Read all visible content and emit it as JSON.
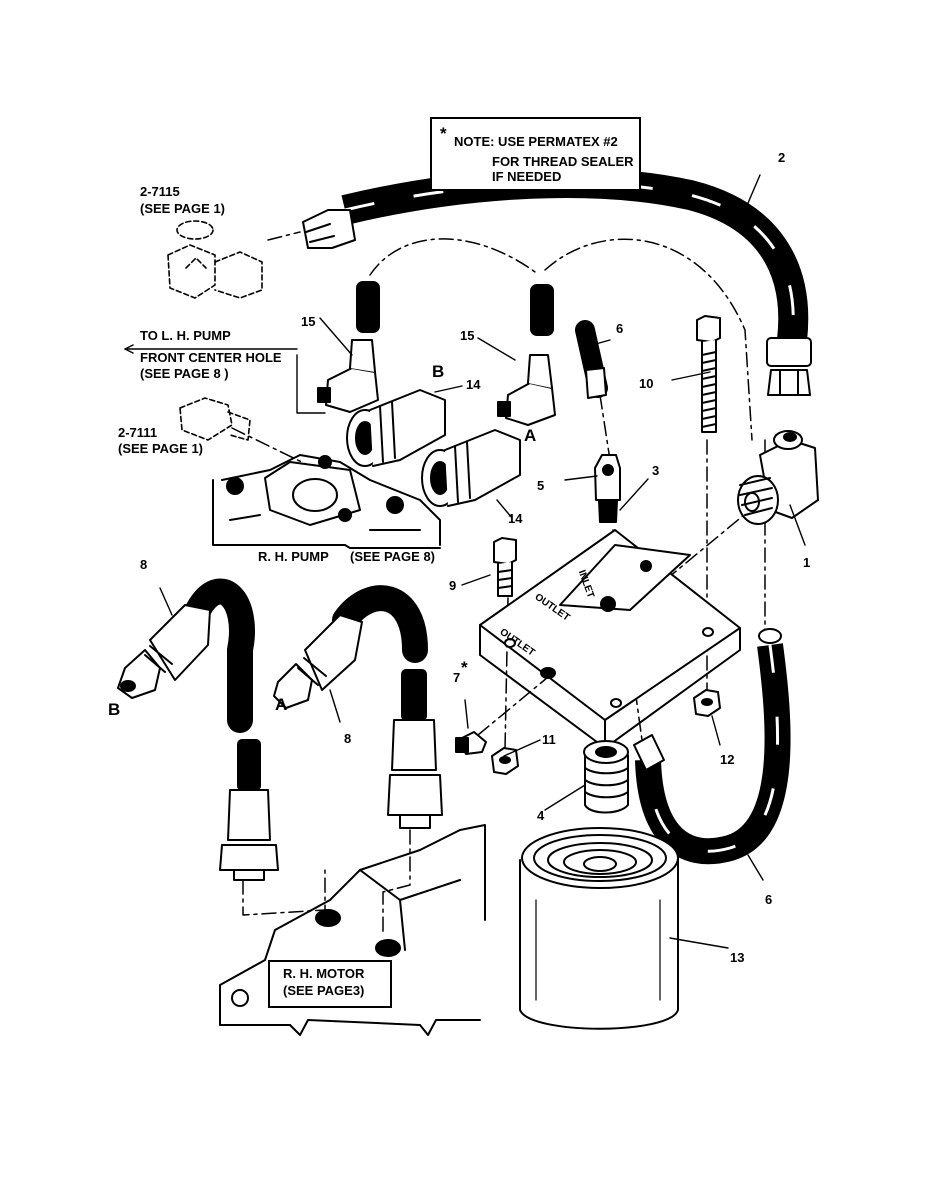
{
  "note": {
    "star": "*",
    "line1": "NOTE: USE PERMATEX #2",
    "line2": "FOR THREAD SEALER",
    "line3": "IF NEEDED"
  },
  "refs": {
    "r7115_code": "2-7115",
    "r7115_page": "(SEE PAGE 1)",
    "r7111_code": "2-7111",
    "r7111_page": "(SEE PAGE 1)",
    "lh_pump_1": "TO L. H. PUMP",
    "lh_pump_2": "FRONT CENTER HOLE",
    "lh_pump_3": "(SEE PAGE 8 )",
    "rh_pump": "R. H. PUMP",
    "rh_pump_page": "(SEE PAGE 8)",
    "rh_motor_1": "R. H. MOTOR",
    "rh_motor_2": "(SEE PAGE3)"
  },
  "callouts": {
    "n1": "1",
    "n2": "2",
    "n3": "3",
    "n4": "4",
    "n5": "5",
    "n6a": "6",
    "n6b": "6",
    "n7": "7",
    "n7star": "*",
    "n8a": "8",
    "n8b": "8",
    "n9": "9",
    "n10": "10",
    "n11": "11",
    "n12": "12",
    "n13": "13",
    "n14a": "14",
    "n14b": "14",
    "n15a": "15",
    "n15b": "15",
    "port_a1": "A",
    "port_a2": "A",
    "port_b1": "B",
    "port_b2": "B"
  },
  "filter_head_text": {
    "inlet": "INLET",
    "outlet1": "OUTLET",
    "outlet2": "OUTLET"
  }
}
